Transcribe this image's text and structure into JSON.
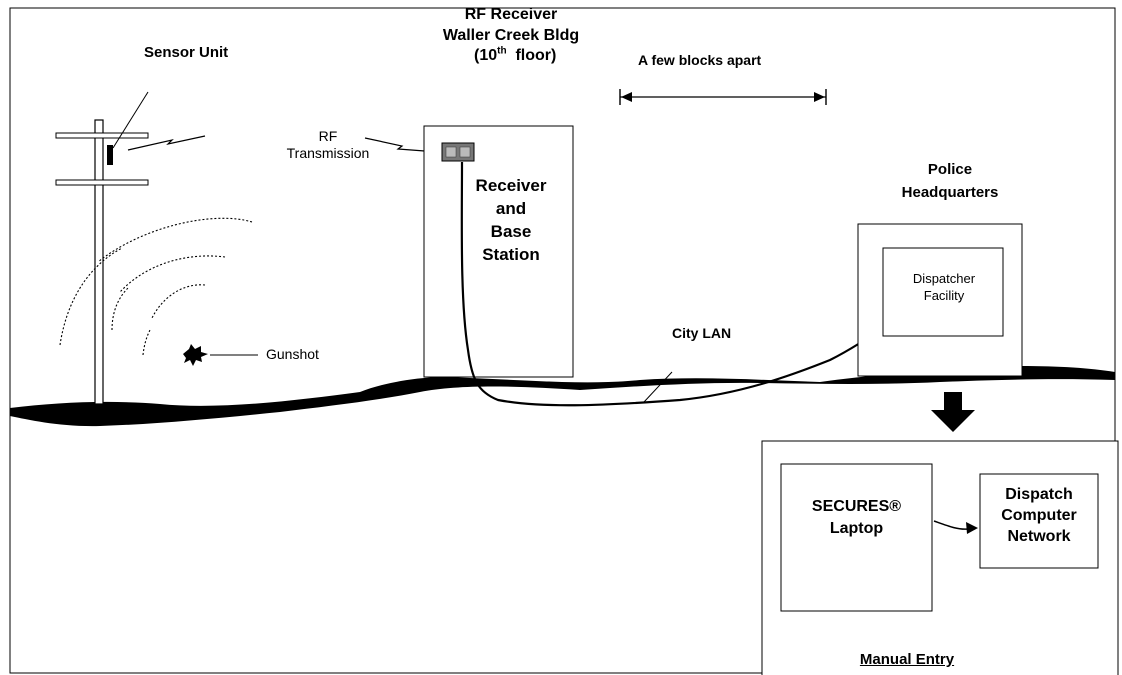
{
  "labels": {
    "sensor_unit": "Sensor Unit",
    "rf_receiver_line1": "RF Receiver",
    "rf_receiver_line2": "Waller Creek Bldg",
    "rf_receiver_floor_open": "(10",
    "rf_receiver_floor_sup": "th",
    "rf_receiver_floor_close": "floor)",
    "distance": "A few blocks apart",
    "rf_transmission_line1": "RF",
    "rf_transmission_line2": "Transmission",
    "receiver_line1": "Receiver",
    "receiver_line2": "and",
    "receiver_line3": "Base",
    "receiver_line4": "Station",
    "police_line1": "Police",
    "police_line2": "Headquarters",
    "dispatcher_line1": "Dispatcher",
    "dispatcher_line2": "Facility",
    "city_lan": "City LAN",
    "gunshot": "Gunshot",
    "secures_line1": "SECURES®",
    "secures_line2": "Laptop",
    "dispatch_line1": "Dispatch",
    "dispatch_line2": "Computer",
    "dispatch_line3": "Network",
    "manual_entry": "Manual Entry"
  },
  "icons": [
    "utility-pole-icon",
    "sensor-icon",
    "lightning-bolt-icon",
    "receiver-device-icon",
    "gunshot-burst-icon",
    "down-arrow-icon"
  ]
}
